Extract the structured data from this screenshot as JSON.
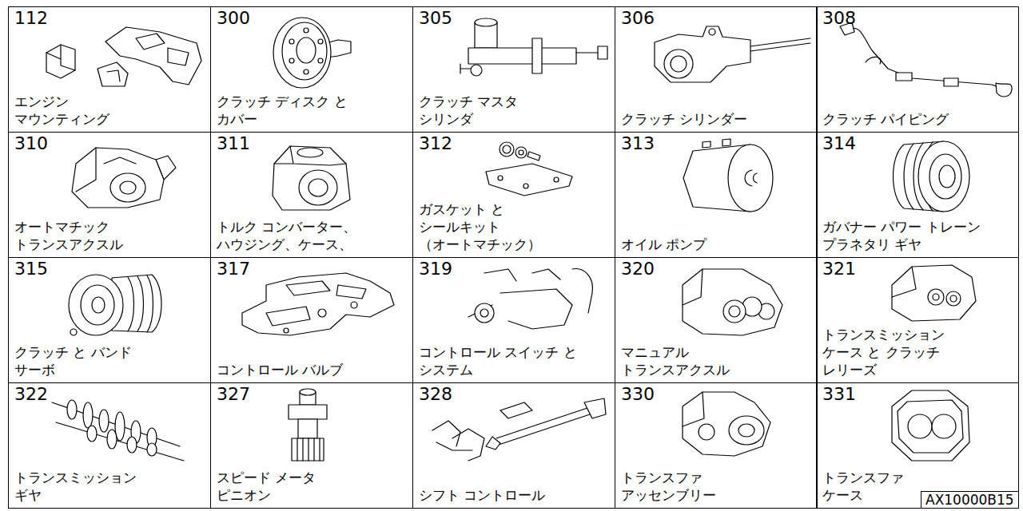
{
  "diagram": {
    "nodes": [
      {
        "text": [
          "112",
          "エンジン マウンティング"
        ]
      },
      {
        "text": [
          "300",
          "クラッチ ディスク と カバー"
        ]
      },
      {
        "text": [
          "305",
          "クラッチ マスタ シリンダ"
        ]
      },
      {
        "text": [
          "306",
          "クラッチ シリンダー"
        ]
      },
      {
        "text": [
          "308",
          "クラッチ パイピング"
        ]
      },
      {
        "text": [
          "310",
          "オートマチック トランスアクスル"
        ]
      },
      {
        "text": [
          "311",
          "トルク コンバーター、 ハウジング、ケース、"
        ]
      },
      {
        "text": [
          "312",
          "ガスケット と シールキット （オートマチック）"
        ]
      },
      {
        "text": [
          "313",
          "オイル ポンプ"
        ]
      },
      {
        "text": [
          "314",
          "ガバナー パワー トレーン プラネタリ ギヤ"
        ]
      },
      {
        "text": [
          "315",
          "クラッチ と バンド サーボ"
        ]
      },
      {
        "text": [
          "317",
          "コントロール バルブ"
        ]
      },
      {
        "text": [
          "319",
          "コントロール スイッチ と システム"
        ]
      },
      {
        "text": [
          "320",
          "マニュアル トランスアクスル"
        ]
      },
      {
        "text": [
          "321",
          "トランスミッション ケース と クラッチ レリーズ"
        ]
      },
      {
        "text": [
          "322",
          "トランスミッション ギヤ"
        ]
      },
      {
        "text": [
          "327",
          "スピード メータ ピニオン"
        ]
      },
      {
        "text": [
          "328",
          "シフト コントロール"
        ]
      },
      {
        "text": [
          "330",
          "トランスファ アッセンブリー"
        ]
      },
      {
        "text": [
          "331",
          "トランスファ ケース"
        ]
      },
      {
        "text": [
          "AX10000B15"
        ]
      }
    ]
  }
}
